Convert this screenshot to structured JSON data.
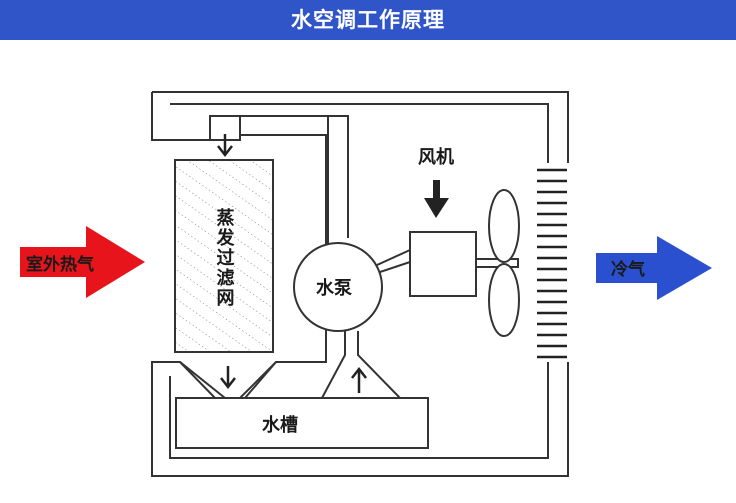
{
  "header": {
    "title": "水空调工作原理"
  },
  "labels": {
    "inlet_air": "室外热气",
    "outlet_air": "冷气",
    "fan": "风机",
    "pump": "水泵",
    "tank": "水槽",
    "filter": "蒸发过滤网"
  },
  "colors": {
    "header_bg": "#2f55c9",
    "inlet_arrow": "#e8141b",
    "outlet_arrow": "#2a50d0",
    "line": "#333333"
  }
}
